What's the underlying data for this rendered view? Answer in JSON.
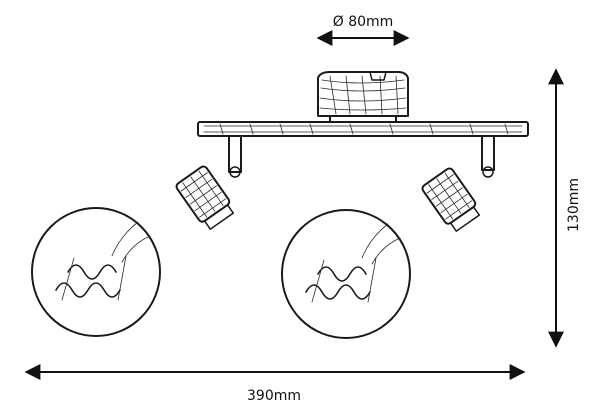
{
  "dimensions": {
    "diameter": "Ø 80mm",
    "height": "130mm",
    "width": "390mm"
  },
  "colors": {
    "ink": "#1a1a1a",
    "background": "#ffffff"
  }
}
